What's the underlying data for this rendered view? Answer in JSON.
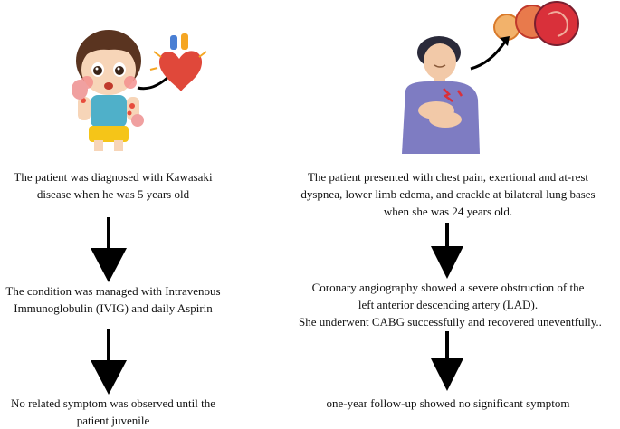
{
  "left_column": {
    "step1": [
      "The patient was diagnosed with Kawasaki",
      "disease when he was 5 years old"
    ],
    "step2": [
      "The condition was managed with Intravenous",
      "Immunoglobulin (IVIG) and daily Aspirin"
    ],
    "step3": [
      "No related symptom was observed until the",
      "patient juvenile"
    ]
  },
  "right_column": {
    "step1": [
      "The patient presented with chest pain, exertional and at-rest",
      "dyspnea, lower limb edema, and crackle at bilateral lung bases",
      "when she was 24 years old."
    ],
    "step2": [
      "Coronary angiography showed a severe obstruction of the",
      "left anterior descending artery (LAD).",
      "She underwent CABG successfully and recovered uneventfully.."
    ],
    "step3": [
      "one-year follow-up showed no significant symptom"
    ]
  },
  "colors": {
    "arrow": "#000000",
    "child_shirt": "#4fb0c9",
    "child_shorts": "#f5c518",
    "adult_shirt": "#7e7cc2",
    "heart": "#e0483a"
  }
}
